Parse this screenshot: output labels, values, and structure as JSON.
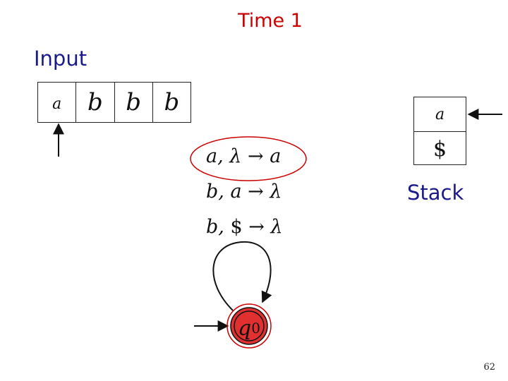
{
  "title": "Time 1",
  "input_label": "Input",
  "stack_label": "Stack",
  "slide_number": "62",
  "input_tape": [
    "a",
    "b",
    "b",
    "b"
  ],
  "stack": [
    "a",
    "$"
  ],
  "transitions": [
    {
      "read": "a",
      "pop": "λ",
      "push": "a",
      "highlighted": true
    },
    {
      "read": "b",
      "pop": "a",
      "push": "λ",
      "highlighted": false
    },
    {
      "read": "b",
      "pop": "$",
      "push": "λ",
      "highlighted": false
    }
  ],
  "state": {
    "name": "q",
    "subscript": "0",
    "fill": "#e03030",
    "highlighted": true
  },
  "colors": {
    "title": "#cc0000",
    "labels": "#1a1a8c",
    "highlight": "#cc0000",
    "state_fill": "#e03030"
  }
}
